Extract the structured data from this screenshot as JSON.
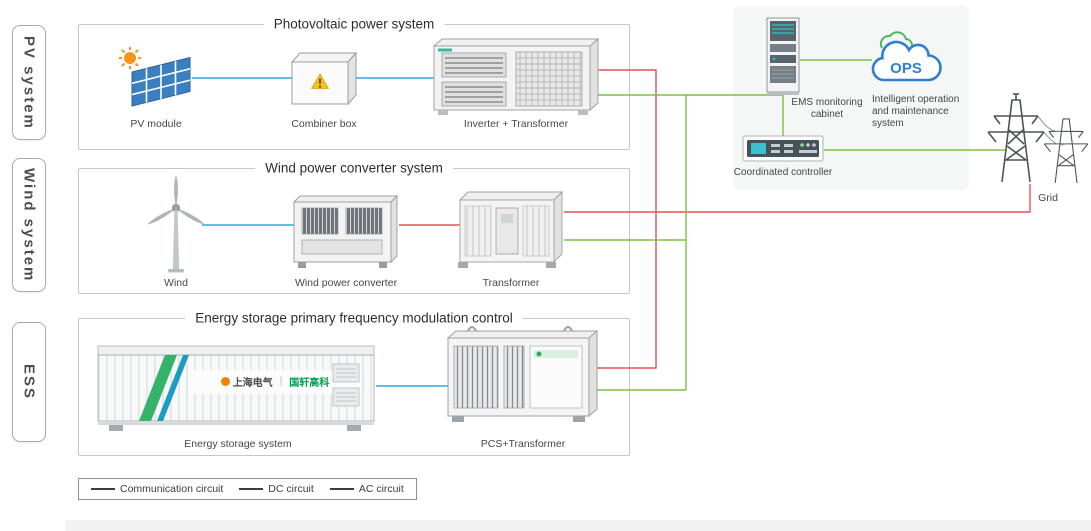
{
  "side_tabs": [
    {
      "label": "PV system"
    },
    {
      "label": "Wind system"
    },
    {
      "label": "ESS"
    }
  ],
  "sections": {
    "pv": {
      "title": "Photovoltaic power system",
      "module_label": "PV module",
      "combiner_label": "Combiner box",
      "inverter_label": "Inverter + Transformer"
    },
    "wind": {
      "title": "Wind power converter system",
      "wind_label": "Wind",
      "converter_label": "Wind power converter",
      "transformer_label": "Transformer"
    },
    "ess": {
      "title": "Energy storage primary frequency modulation control",
      "storage_label": "Energy storage system",
      "pcs_label": "PCS+Transformer"
    }
  },
  "control_panel": {
    "ems_label": "EMS monitoring cabinet",
    "ops_text": "OPS",
    "ops_label": "Intelligent operation and maintenance system",
    "controller_label": "Coordinated controller"
  },
  "grid_label": "Grid",
  "storage_unit_logos": {
    "shanghai_electric": "上海电气",
    "gotion": "国轩高科"
  },
  "legend": {
    "items": [
      {
        "label": "Communication circuit",
        "color": "#7ac143"
      },
      {
        "label": "DC circuit",
        "color": "#2fa8dd"
      },
      {
        "label": "AC circuit",
        "color": "#e05554"
      }
    ]
  },
  "colors": {
    "communication": "#7ac143",
    "dc": "#2fa8dd",
    "ac": "#e05554",
    "panel_bg": "#f5f6f6",
    "ops_blue": "#2e7fd0",
    "ops_green": "#4ab657"
  }
}
